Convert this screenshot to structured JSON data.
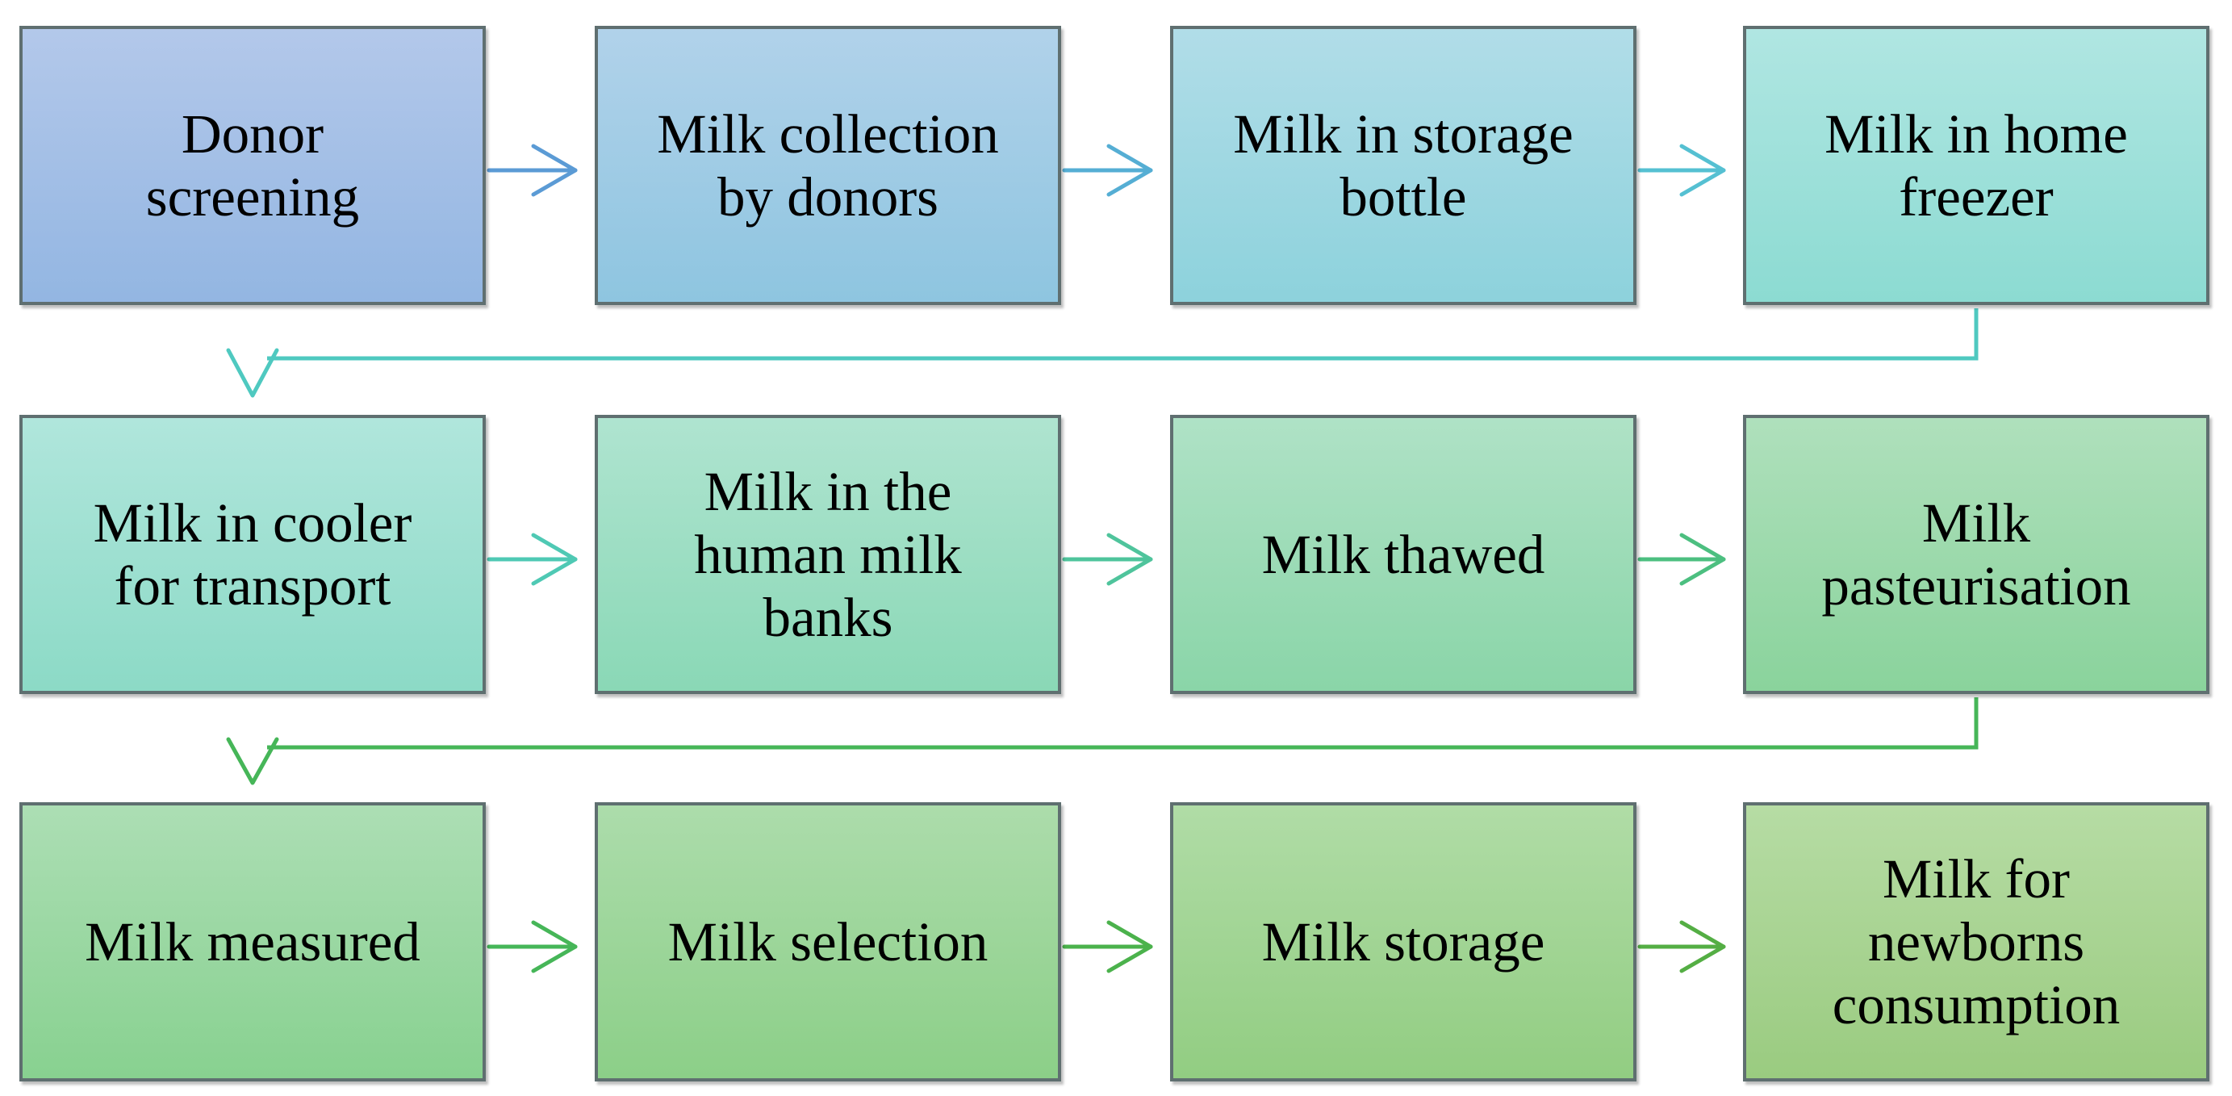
{
  "diagram": {
    "type": "flowchart",
    "steps": [
      {
        "label": "Donor\nscreening",
        "fill_top": "#b3c8ea",
        "fill_bottom": "#93b6e2",
        "arrow_color": "#5b9bd5"
      },
      {
        "label": "Milk collection\nby donors",
        "fill_top": "#b1d2ea",
        "fill_bottom": "#8ec5e0",
        "arrow_color": "#55aed4"
      },
      {
        "label": "Milk in storage\nbottle",
        "fill_top": "#b1dde8",
        "fill_bottom": "#8dd2dc",
        "arrow_color": "#55c0d2"
      },
      {
        "label": "Milk in home\nfreezer",
        "fill_top": "#b0e6e2",
        "fill_bottom": "#8cdbd2",
        "arrow_color": "#4fc9c0"
      },
      {
        "label": "Milk in cooler\nfor transport",
        "fill_top": "#b0e6dc",
        "fill_bottom": "#8cdac6",
        "arrow_color": "#4fc9b4"
      },
      {
        "label": "Milk in the\nhuman milk\nbanks",
        "fill_top": "#afe4d0",
        "fill_bottom": "#8ad8b6",
        "arrow_color": "#4fc49c"
      },
      {
        "label": "Milk thawed",
        "fill_top": "#afe2c6",
        "fill_bottom": "#8ad5a8",
        "arrow_color": "#4cbf80"
      },
      {
        "label": "Milk\npasteurisation",
        "fill_top": "#afe0bc",
        "fill_bottom": "#8ad39c",
        "arrow_color": "#48b968"
      },
      {
        "label": "Milk measured",
        "fill_top": "#acdeb4",
        "fill_bottom": "#88d190",
        "arrow_color": "#46b658"
      },
      {
        "label": "Milk selection",
        "fill_top": "#acdcab",
        "fill_bottom": "#8ccf88",
        "arrow_color": "#4bb24c"
      },
      {
        "label": "Milk storage",
        "fill_top": "#b0dca6",
        "fill_bottom": "#92cd82",
        "arrow_color": "#54ae44"
      },
      {
        "label": "Milk for\nnewborns\nconsumption",
        "fill_top": "#b6dca4",
        "fill_bottom": "#9acb80",
        "arrow_color": "#5aa83e"
      }
    ],
    "row_connector_colors": [
      "#4fc9c0",
      "#46b658"
    ]
  }
}
